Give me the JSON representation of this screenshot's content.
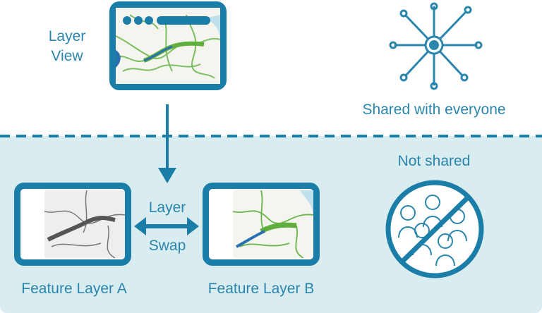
{
  "layer_view": {
    "label_line1": "Layer",
    "label_line2": "View"
  },
  "shared": {
    "label": "Shared with everyone",
    "icon": "people-connected-globe-icon"
  },
  "not_shared": {
    "label": "Not shared",
    "icon": "no-group-icon"
  },
  "swap": {
    "label_line1": "Layer",
    "label_line2": "Swap",
    "icon": "double-arrow-icon"
  },
  "feature_layer_a": {
    "label": "Feature Layer A"
  },
  "feature_layer_b": {
    "label": "Feature Layer B"
  },
  "colors": {
    "primary": "#1b7ea8",
    "panel": "#d9ecf0",
    "map_green": "#5fae3e"
  }
}
